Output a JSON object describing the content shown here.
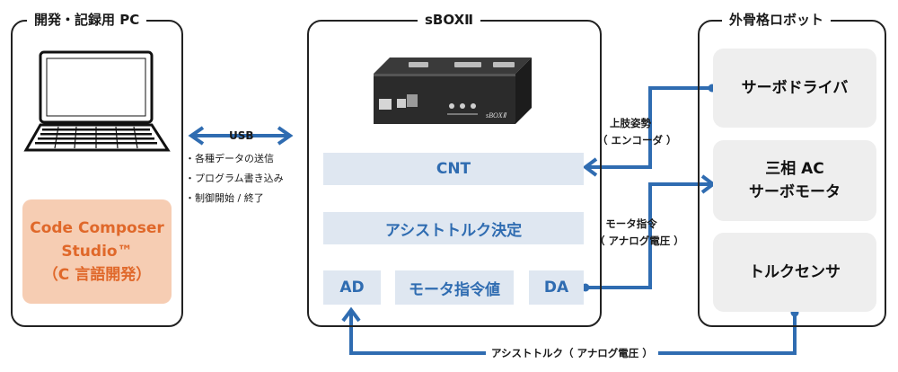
{
  "panels": {
    "pc_title": "開発・記録用 PC",
    "sbox_title": "sBOXⅡ",
    "robot_title": "外骨格ロボット"
  },
  "pc": {
    "software_line1": "Code Composer",
    "software_line2": "Studio™",
    "software_line3": "（C 言語開発）"
  },
  "usb": {
    "label": "USB",
    "bullets": [
      "・各種データの送信",
      "・プログラム書き込み",
      "・制御開始 / 終了"
    ]
  },
  "sbox": {
    "device_label": "sBOXⅡ",
    "cnt": "CNT",
    "assist_decision": "アシストトルク決定",
    "ad": "AD",
    "motor_command": "モータ指令値",
    "da": "DA"
  },
  "robot": {
    "servo_driver": "サーボドライバ",
    "motor_line1": "三相 AC",
    "motor_line2": "サーボモータ",
    "torque_sensor": "トルクセンサ"
  },
  "signals": {
    "posture_line1": "上肢姿勢",
    "posture_line2": "（ エンコーダ ）",
    "motor_cmd_line1": "モータ指令",
    "motor_cmd_line2": "（ アナログ電圧 ）",
    "assist_torque": "アシストトルク（ アナログ電圧 ）"
  },
  "colors": {
    "wire": "#2f6cb1",
    "blue_block_bg": "#dfe7f1",
    "gray_block_bg": "#eeeeee",
    "orange_block_bg": "#f6cdb3",
    "orange_text": "#e0682a"
  }
}
